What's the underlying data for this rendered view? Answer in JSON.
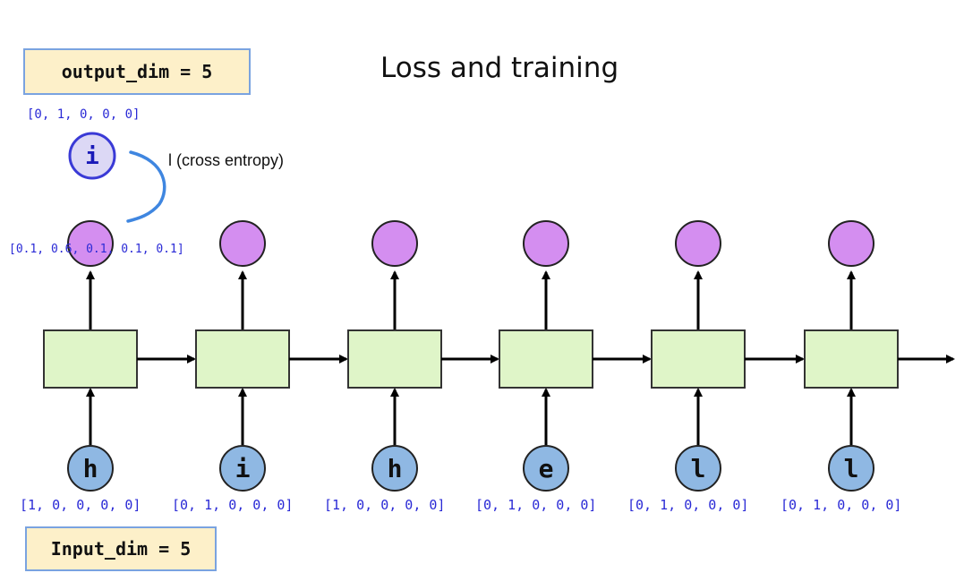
{
  "title": "Loss and training",
  "output_dim_label": "output_dim = 5",
  "input_dim_label": "Input_dim = 5",
  "target": {
    "letter": "i",
    "vector": "[0, 1, 0, 0, 0]",
    "loss_label": "l (cross entropy)"
  },
  "first_output_vector": "[0.1, 0.6, 0.1, 0.1, 0.1]",
  "steps": [
    {
      "char": "h",
      "vector": "[1, 0, 0, 0, 0]"
    },
    {
      "char": "i",
      "vector": "[0, 1, 0, 0, 0]"
    },
    {
      "char": "h",
      "vector": "[1, 0, 0, 0, 0]"
    },
    {
      "char": "e",
      "vector": "[0, 1, 0, 0, 0]"
    },
    {
      "char": "l",
      "vector": "[0, 1, 0, 0, 0]"
    },
    {
      "char": "l",
      "vector": "[0, 1, 0, 0, 0]"
    }
  ],
  "colors": {
    "cell_fill": "#dff5c8",
    "output_fill": "#d48ef0",
    "input_fill": "#8fb8e3",
    "target_fill": "#dcd8f5",
    "target_stroke": "#3a3ad6",
    "vector_text": "#2a2ad6",
    "loss_curve": "#3f86e0",
    "dim_box_fill": "#fdf0c9",
    "dim_box_border": "#7aa3e0"
  }
}
